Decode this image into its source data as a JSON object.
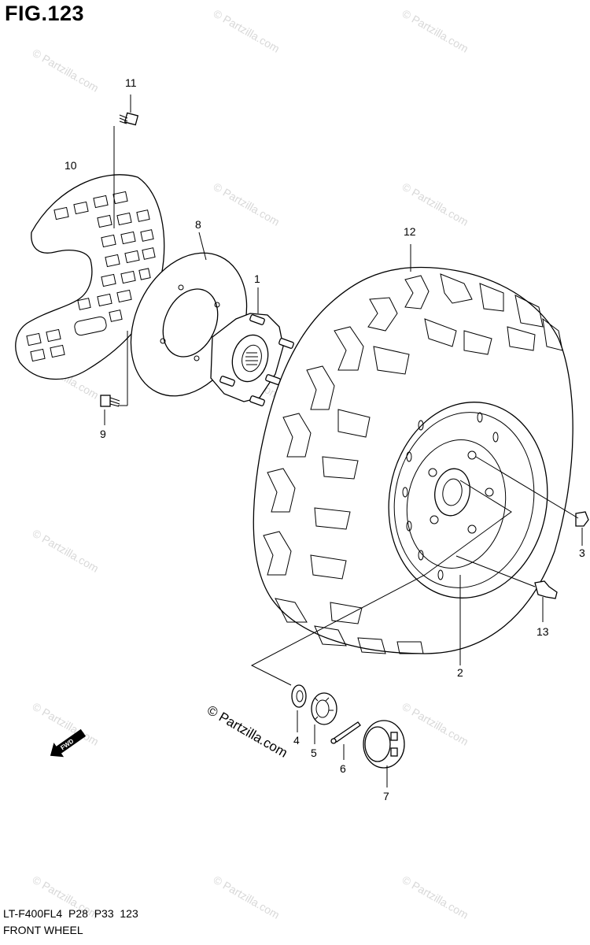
{
  "figure": {
    "title": "FIG.123"
  },
  "callouts": [
    {
      "id": "c1",
      "label": "1"
    },
    {
      "id": "c2",
      "label": "2"
    },
    {
      "id": "c3",
      "label": "3"
    },
    {
      "id": "c4",
      "label": "4"
    },
    {
      "id": "c5",
      "label": "5"
    },
    {
      "id": "c6",
      "label": "6"
    },
    {
      "id": "c7",
      "label": "7"
    },
    {
      "id": "c8",
      "label": "8"
    },
    {
      "id": "c9",
      "label": "9"
    },
    {
      "id": "c10",
      "label": "10"
    },
    {
      "id": "c11",
      "label": "11"
    },
    {
      "id": "c12",
      "label": "12"
    },
    {
      "id": "c13",
      "label": "13"
    }
  ],
  "watermark": {
    "text": "© Partzilla.com"
  },
  "fwd_badge": {
    "text": "FWD"
  },
  "footer": {
    "model_line": "LT-F400FL4  P28  P33  123",
    "section_name": "FRONT WHEEL"
  }
}
